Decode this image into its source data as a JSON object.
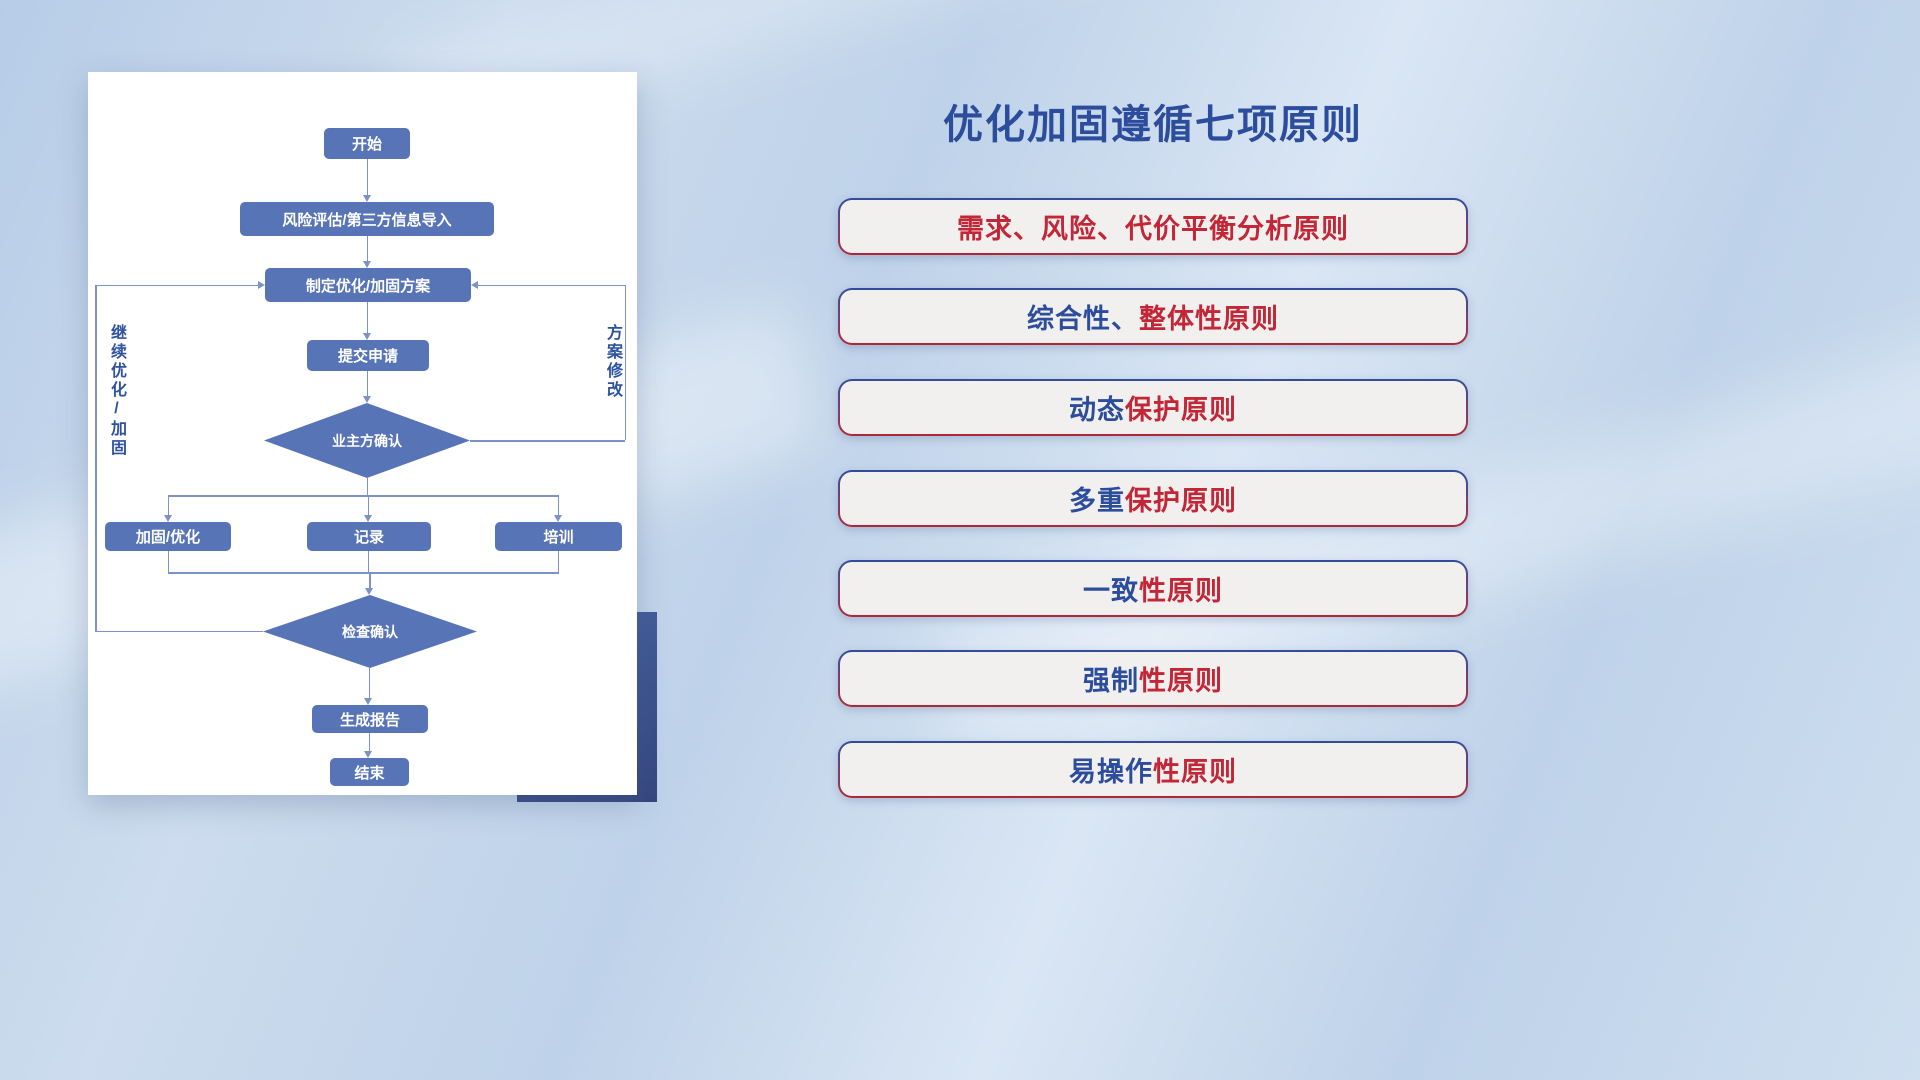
{
  "flowchart": {
    "nodes": {
      "start": "开始",
      "risk_import": "风险评估/第三方信息导入",
      "make_plan": "制定优化/加固方案",
      "submit": "提交申请",
      "owner_confirm": "业主方确认",
      "reinforce": "加固/优化",
      "record": "记录",
      "training": "培训",
      "check_confirm": "检查确认",
      "report": "生成报告",
      "end": "结束"
    },
    "loop_labels": {
      "left": "继续优化/加固",
      "right": "方案修改"
    }
  },
  "panel": {
    "title": "优化加固遵循七项原则",
    "principles": [
      {
        "parts": [
          {
            "text": "需求、风险、代价平衡分析原则",
            "cls": "red"
          }
        ]
      },
      {
        "parts": [
          {
            "text": "综合性、",
            "cls": "navy"
          },
          {
            "text": "整体性原则",
            "cls": "red"
          }
        ]
      },
      {
        "parts": [
          {
            "text": "动态",
            "cls": "navy"
          },
          {
            "text": "保护原则",
            "cls": "red"
          }
        ]
      },
      {
        "parts": [
          {
            "text": "多重",
            "cls": "navy"
          },
          {
            "text": "保护原则",
            "cls": "red"
          }
        ]
      },
      {
        "parts": [
          {
            "text": "一致",
            "cls": "navy"
          },
          {
            "text": "性原则",
            "cls": "red"
          }
        ]
      },
      {
        "parts": [
          {
            "text": "强制",
            "cls": "navy"
          },
          {
            "text": "性原则",
            "cls": "red"
          }
        ]
      },
      {
        "parts": [
          {
            "text": "易操作",
            "cls": "navy"
          },
          {
            "text": "性原则",
            "cls": "red"
          }
        ]
      }
    ]
  },
  "colors": {
    "node_blue": "#5774b7",
    "line_blue": "#7b93c9",
    "navy": "#2c4c9c",
    "red": "#c32737",
    "accent_block": "#3e5596",
    "card_bg": "#ffffff"
  }
}
